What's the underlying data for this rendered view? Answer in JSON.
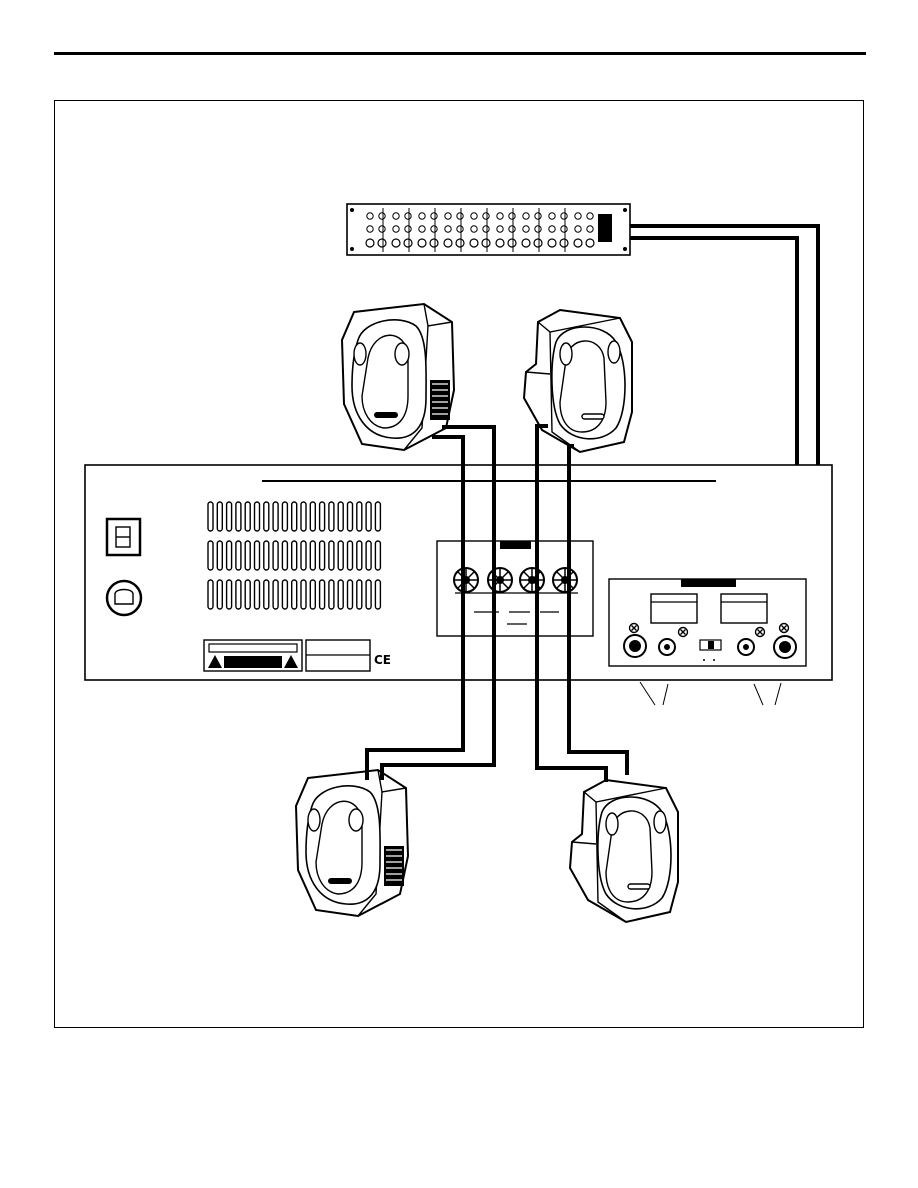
{
  "diagram": {
    "ce_mark": "CE",
    "colors": {
      "line": "#000000",
      "paper": "#ffffff"
    },
    "components": {
      "mixer": "mixer-rack-unit",
      "amplifier": "power-amplifier-rear-panel",
      "speakers": [
        "speaker-top-left",
        "speaker-top-right",
        "speaker-bottom-left",
        "speaker-bottom-right"
      ]
    },
    "icons": [
      "power-switch-icon",
      "fuse-holder-icon",
      "warning-triangle-icon",
      "ce-mark-icon"
    ]
  }
}
